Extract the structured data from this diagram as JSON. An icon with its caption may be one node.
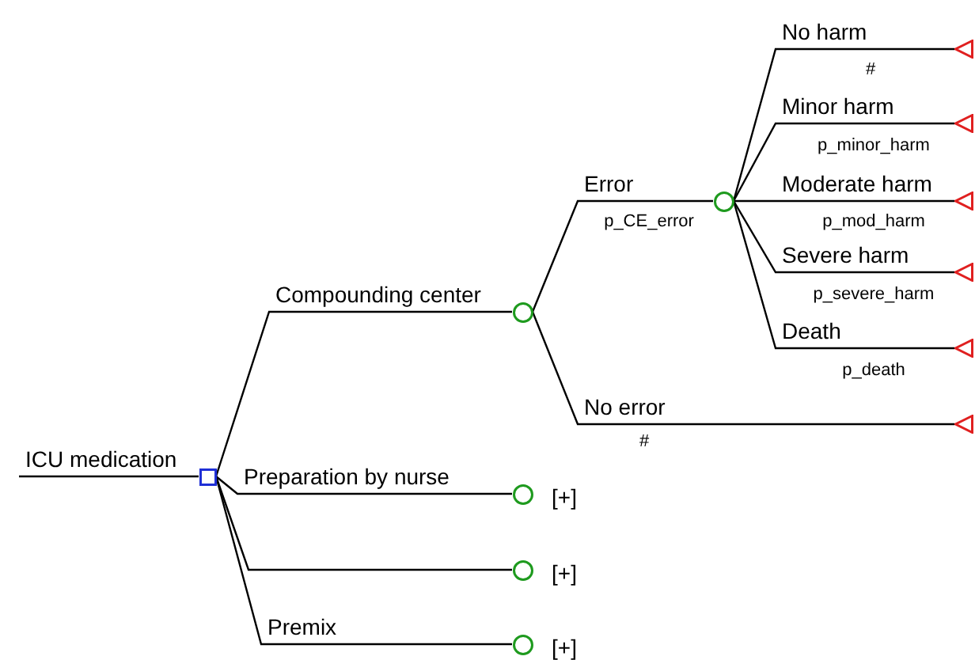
{
  "diagram": {
    "nodes": [
      {
        "text": [],
        "shape": "box"
      },
      {
        "text": [],
        "shape": "circle"
      },
      {
        "text": [],
        "shape": "circle",
        "beside": [
          "[+]"
        ]
      },
      {
        "text": [],
        "shape": "circle",
        "beside": [
          "[+]"
        ]
      },
      {
        "text": [],
        "shape": "circle",
        "beside": [
          "[+]"
        ]
      },
      {
        "text": [],
        "shape": "circle"
      },
      {
        "text": [],
        "shape": "triangle"
      },
      {
        "text": [],
        "shape": "triangle"
      },
      {
        "text": [],
        "shape": "triangle"
      },
      {
        "text": [],
        "shape": "triangle"
      },
      {
        "text": [],
        "shape": "triangle"
      },
      {
        "text": [],
        "shape": "triangle"
      }
    ],
    "edges": [
      {
        "from": null,
        "to": 0,
        "arrow": "none",
        "label": "ICU medication"
      },
      {
        "from": 0,
        "to": 1,
        "arrow": "none",
        "label": "Compounding center"
      },
      {
        "from": 0,
        "to": 2,
        "arrow": "none",
        "label": "Preparation by nurse"
      },
      {
        "from": 0,
        "to": 3,
        "arrow": "none"
      },
      {
        "from": 0,
        "to": 4,
        "arrow": "none",
        "label": "Premix"
      },
      {
        "from": 1,
        "to": 5,
        "arrow": "none",
        "label": "Error"
      },
      {
        "from": 1,
        "to": 11,
        "arrow": "none",
        "label": "No error"
      },
      {
        "from": 5,
        "to": 6,
        "arrow": "none",
        "label": "No harm"
      },
      {
        "from": 5,
        "to": 7,
        "arrow": "none",
        "label": "Minor harm"
      },
      {
        "from": 5,
        "to": 8,
        "arrow": "none",
        "label": "Moderate harm"
      },
      {
        "from": 5,
        "to": 9,
        "arrow": "none",
        "label": "Severe harm"
      },
      {
        "from": 5,
        "to": 10,
        "arrow": "none",
        "label": "Death"
      }
    ],
    "labels": [
      "#",
      "p_minor_harm",
      "p_CE_error",
      "p_mod_harm",
      "p_severe_harm",
      "p_death",
      "#"
    ]
  }
}
